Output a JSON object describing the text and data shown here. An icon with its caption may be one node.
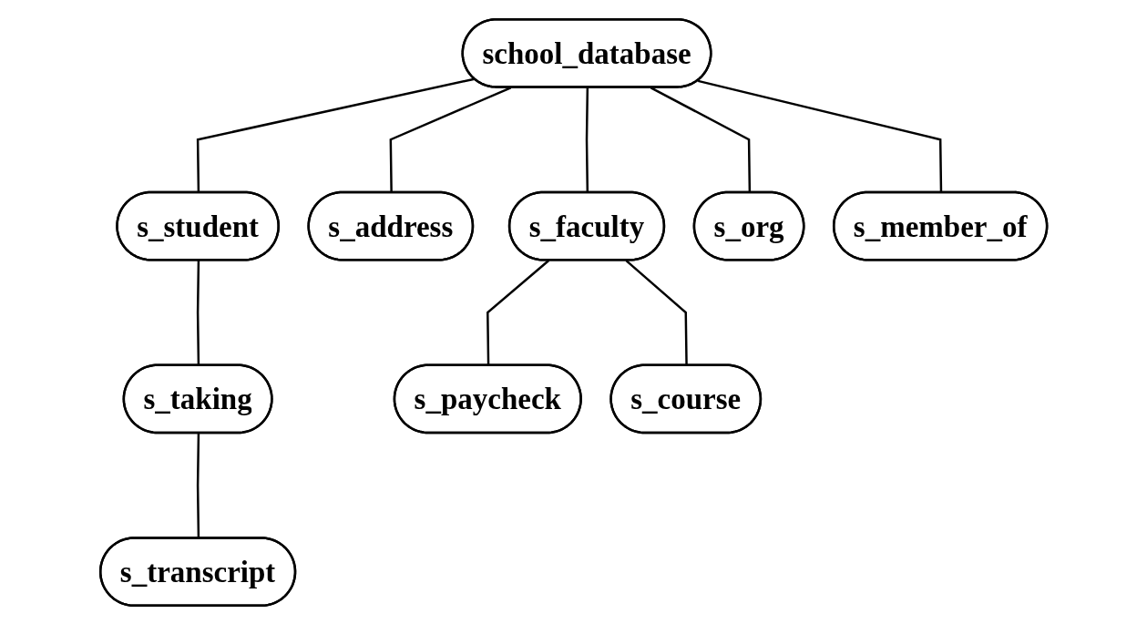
{
  "diagram": {
    "nodes": [
      {
        "text": [
          "school_database"
        ]
      },
      {
        "text": [
          "s_student"
        ]
      },
      {
        "text": [
          "s_address"
        ]
      },
      {
        "text": [
          "s_faculty"
        ]
      },
      {
        "text": [
          "s_org"
        ]
      },
      {
        "text": [
          "s_member_of"
        ]
      },
      {
        "text": [
          "s_taking"
        ]
      },
      {
        "text": [
          "s_paycheck"
        ]
      },
      {
        "text": [
          "s_course"
        ]
      },
      {
        "text": [
          "s_transcript"
        ]
      }
    ],
    "edges": [
      {
        "from": 0,
        "to": 1,
        "arrow": "none"
      },
      {
        "from": 0,
        "to": 2,
        "arrow": "none"
      },
      {
        "from": 0,
        "to": 3,
        "arrow": "none"
      },
      {
        "from": 0,
        "to": 4,
        "arrow": "none"
      },
      {
        "from": 0,
        "to": 5,
        "arrow": "none"
      },
      {
        "from": 1,
        "to": 6,
        "arrow": "none"
      },
      {
        "from": 3,
        "to": 7,
        "arrow": "none"
      },
      {
        "from": 3,
        "to": 8,
        "arrow": "none"
      },
      {
        "from": 6,
        "to": 9,
        "arrow": "none"
      }
    ]
  }
}
